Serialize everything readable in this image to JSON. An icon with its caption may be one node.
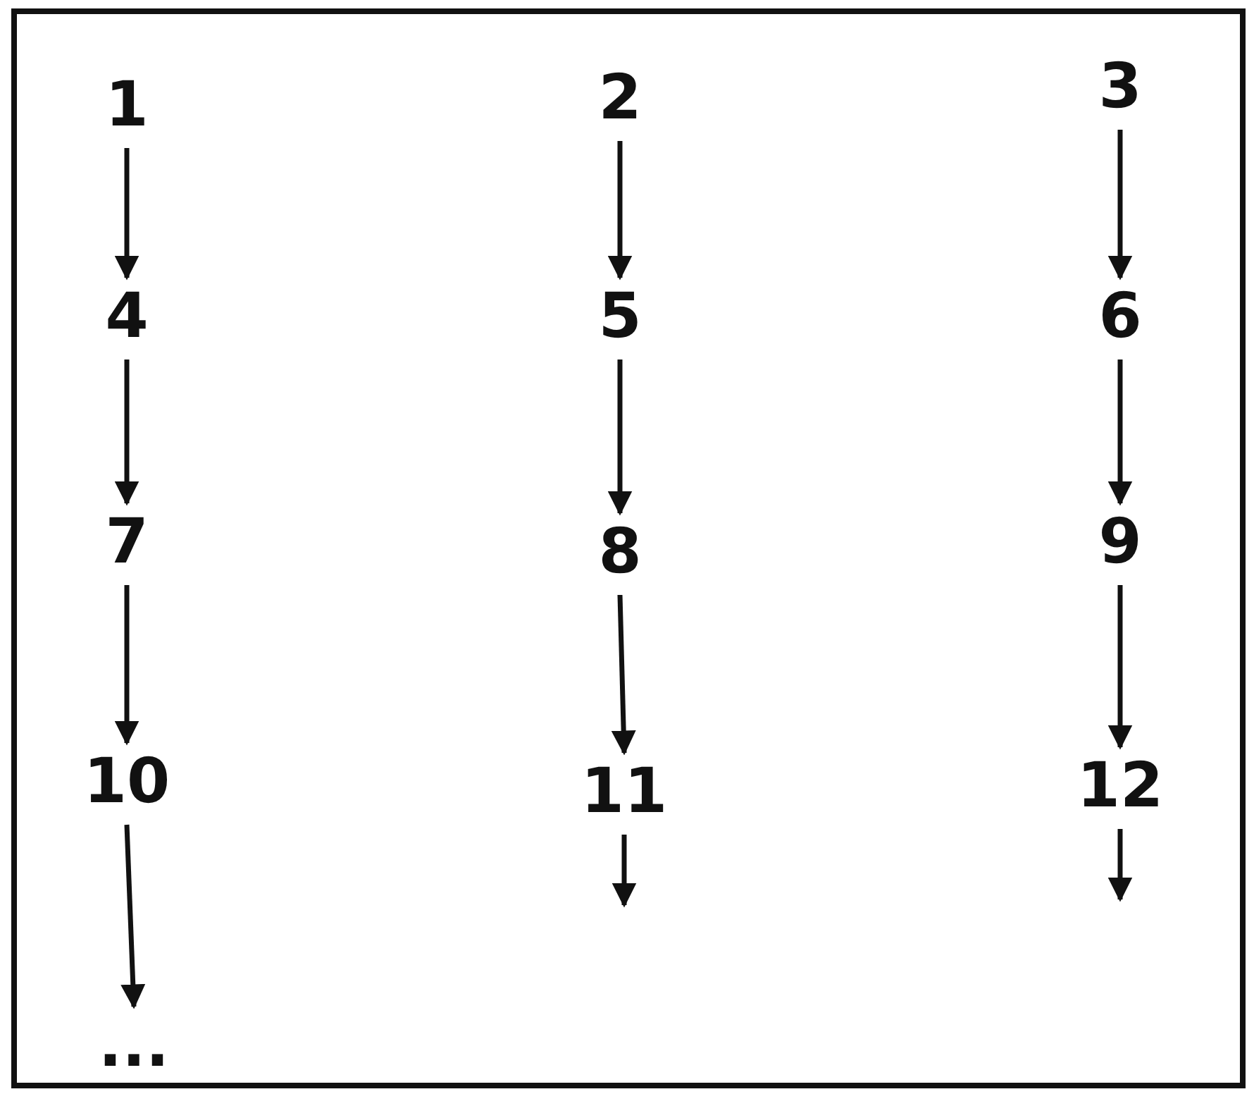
{
  "diagram": {
    "nodes": [
      {
        "text": [
          "1"
        ]
      },
      {
        "text": [
          "2"
        ]
      },
      {
        "text": [
          "3"
        ]
      },
      {
        "text": [
          "4"
        ]
      },
      {
        "text": [
          "5"
        ]
      },
      {
        "text": [
          "6"
        ]
      },
      {
        "text": [
          "7"
        ]
      },
      {
        "text": [
          "8"
        ]
      },
      {
        "text": [
          "9"
        ]
      },
      {
        "text": [
          "10"
        ]
      },
      {
        "text": [
          "11"
        ]
      },
      {
        "text": [
          "12"
        ]
      },
      {
        "text": [
          "..."
        ]
      }
    ],
    "edges": [
      {
        "from": 0,
        "to": 3,
        "arrow": "to"
      },
      {
        "from": 1,
        "to": 4,
        "arrow": "to"
      },
      {
        "from": 2,
        "to": 5,
        "arrow": "to"
      },
      {
        "from": 3,
        "to": 6,
        "arrow": "to"
      },
      {
        "from": 4,
        "to": 7,
        "arrow": "to"
      },
      {
        "from": 5,
        "to": 8,
        "arrow": "to"
      },
      {
        "from": 6,
        "to": 9,
        "arrow": "to"
      },
      {
        "from": 7,
        "to": 10,
        "arrow": "to"
      },
      {
        "from": 8,
        "to": 11,
        "arrow": "to"
      },
      {
        "from": 9,
        "to": 12,
        "arrow": "to"
      },
      {
        "from": 10,
        "to": null,
        "arrow": "to"
      },
      {
        "from": 11,
        "to": null,
        "arrow": "to"
      }
    ]
  }
}
